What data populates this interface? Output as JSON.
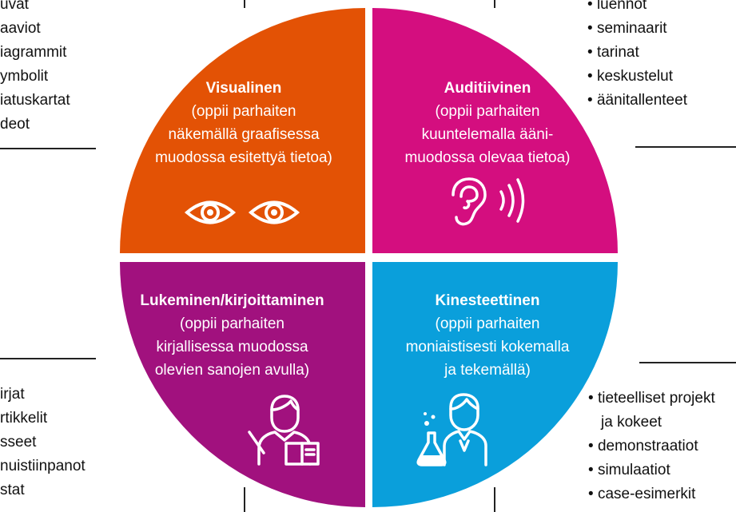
{
  "colors": {
    "visual": "#E35205",
    "auditory": "#D40E7F",
    "read_write": "#A1117E",
    "kinesthetic": "#0A9FDB",
    "lines": "#222222",
    "text": "#111111"
  },
  "quadrants": {
    "visual": {
      "title": "Visualinen",
      "description": "(oppii parhaiten\nnäkemällä graafisessa\nmuodossa esitettyä tietoa)",
      "icon": "eyes-icon"
    },
    "auditory": {
      "title": "Auditiivinen",
      "description": "(oppii parhaiten\nkuuntelemalla ääni-\nmuodossa olevaa tietoa)",
      "icon": "ear-sound-icon"
    },
    "read_write": {
      "title": "Lukeminen/kirjoittaminen",
      "description": "(oppii parhaiten\nkirjallisessa muodossa\nolevien sanojen avulla)",
      "icon": "reader-pointer-icon"
    },
    "kinesthetic": {
      "title": "Kinesteettinen",
      "description": "(oppii parhaiten\nmoniaistisesti kokemalla\nja tekemällä)",
      "icon": "scientist-flask-icon"
    }
  },
  "lists": {
    "top_left": [
      "uvat",
      "aaviot",
      "iagrammit",
      "ymbolit",
      "iatuskartat",
      "deot"
    ],
    "top_right": [
      "luennot",
      "seminaarit",
      "tarinat",
      "keskustelut",
      "äänitallenteet"
    ],
    "bottom_left": [
      "irjat",
      "rtikkelit",
      "sseet",
      "nuistiinpanot",
      "stat"
    ],
    "bottom_right": [
      "tieteelliset projekt",
      "ja kokeet",
      "demonstraatiot",
      "simulaatiot",
      "case-esimerkit"
    ]
  }
}
